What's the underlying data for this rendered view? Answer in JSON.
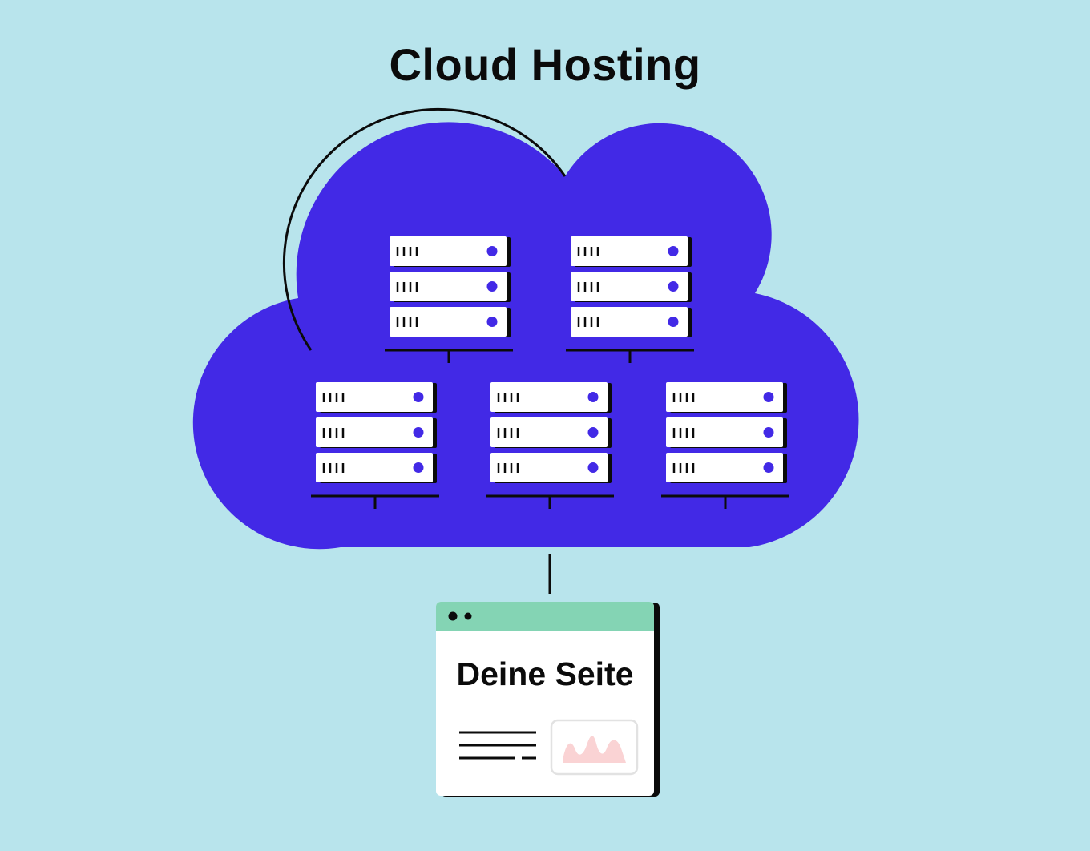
{
  "title": "Cloud Hosting",
  "browser": {
    "page_title": "Deine Seite"
  },
  "colors": {
    "background": "#b8e4ec",
    "cloud": "#4229e6",
    "server_unit": "#ffffff",
    "server_led": "#4229e6",
    "browser_bar": "#84d4b4",
    "chart_fill": "#fad3d4",
    "line": "#0b0b0b"
  },
  "servers": {
    "racks": 5,
    "units_per_rack": 3
  }
}
